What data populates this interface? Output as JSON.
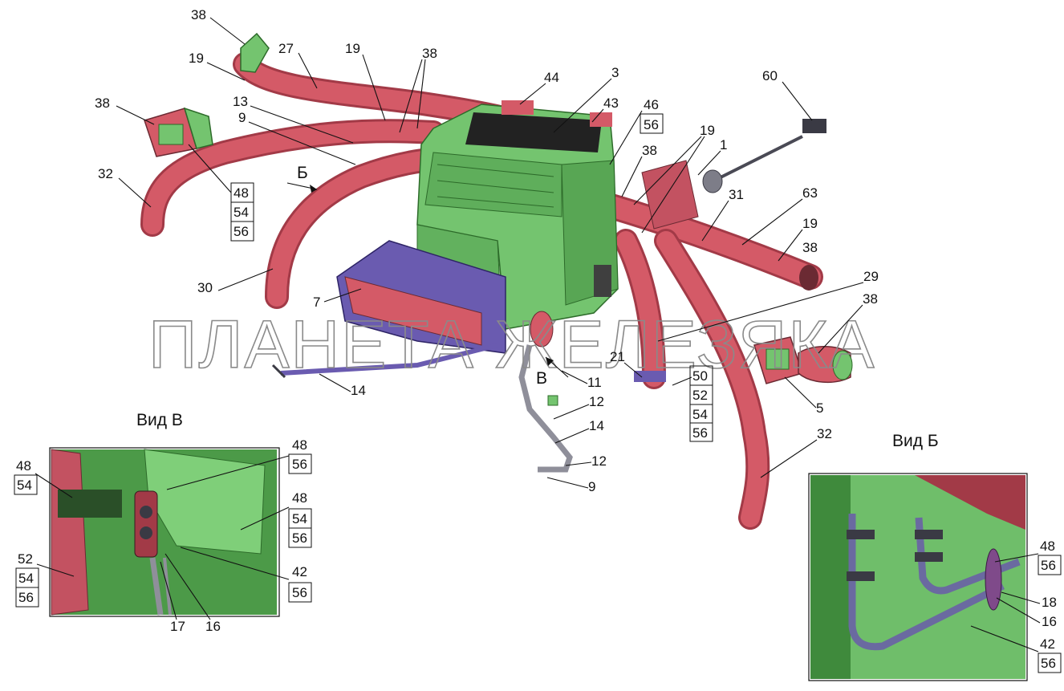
{
  "watermark": "ПЛАНЕТА ЖЕЛЕЗЯКА",
  "views": {
    "view_v_title": "Вид В",
    "view_b_title": "Вид Б"
  },
  "view_arrows": {
    "arrow_b": "Б",
    "arrow_v": "В"
  },
  "callouts": [
    {
      "id": "c38a",
      "text": "38"
    },
    {
      "id": "c27",
      "text": "27"
    },
    {
      "id": "c19a",
      "text": "19"
    },
    {
      "id": "c19b",
      "text": "19"
    },
    {
      "id": "c38b",
      "text": "38"
    },
    {
      "id": "c44",
      "text": "44"
    },
    {
      "id": "c3",
      "text": "3"
    },
    {
      "id": "c43",
      "text": "43"
    },
    {
      "id": "c46",
      "text": "46"
    },
    {
      "id": "c56a",
      "text": "56"
    },
    {
      "id": "c60",
      "text": "60"
    },
    {
      "id": "c38c",
      "text": "38"
    },
    {
      "id": "c13",
      "text": "13"
    },
    {
      "id": "c9a",
      "text": "9"
    },
    {
      "id": "c19c",
      "text": "19"
    },
    {
      "id": "c1",
      "text": "1"
    },
    {
      "id": "c38d",
      "text": "38"
    },
    {
      "id": "c32a",
      "text": "32"
    },
    {
      "id": "c31",
      "text": "31"
    },
    {
      "id": "c63",
      "text": "63"
    },
    {
      "id": "c19d",
      "text": "19"
    },
    {
      "id": "c38e",
      "text": "38"
    },
    {
      "id": "c30",
      "text": "30"
    },
    {
      "id": "c29",
      "text": "29"
    },
    {
      "id": "c7",
      "text": "7"
    },
    {
      "id": "c38f",
      "text": "38"
    },
    {
      "id": "c21",
      "text": "21"
    },
    {
      "id": "c50",
      "text": "50"
    },
    {
      "id": "c11",
      "text": "11"
    },
    {
      "id": "c5",
      "text": "5"
    },
    {
      "id": "c14a",
      "text": "14"
    },
    {
      "id": "c12a",
      "text": "12"
    },
    {
      "id": "c14b",
      "text": "14"
    },
    {
      "id": "c32b",
      "text": "32"
    },
    {
      "id": "c12b",
      "text": "12"
    },
    {
      "id": "c9b",
      "text": "9"
    },
    {
      "id": "v48a",
      "text": "48"
    },
    {
      "id": "v54a",
      "text": "54"
    },
    {
      "id": "v48b",
      "text": "48"
    },
    {
      "id": "v56b",
      "text": "56"
    },
    {
      "id": "v48c",
      "text": "48"
    },
    {
      "id": "v54c",
      "text": "54"
    },
    {
      "id": "v56c",
      "text": "56"
    },
    {
      "id": "v52",
      "text": "52"
    },
    {
      "id": "v54d",
      "text": "54"
    },
    {
      "id": "v56d",
      "text": "56"
    },
    {
      "id": "v42",
      "text": "42"
    },
    {
      "id": "v56e",
      "text": "56"
    },
    {
      "id": "v17",
      "text": "17"
    },
    {
      "id": "v16",
      "text": "16"
    },
    {
      "id": "b48",
      "text": "48"
    },
    {
      "id": "b56a",
      "text": "56"
    },
    {
      "id": "b18",
      "text": "18"
    },
    {
      "id": "b16",
      "text": "16"
    },
    {
      "id": "b42",
      "text": "42"
    },
    {
      "id": "b56b",
      "text": "56"
    }
  ],
  "stacks": [
    {
      "id": "s1",
      "items": [
        "48",
        "54",
        "56"
      ]
    },
    {
      "id": "s2",
      "items": [
        "50",
        "52",
        "54",
        "56"
      ]
    }
  ],
  "colors": {
    "body_green": "#74c46f",
    "dark_green": "#3f8a3c",
    "hose_red": "#d45a67",
    "hose_dark": "#a23a47",
    "tray_purple": "#6a5bb0",
    "pipe_gray": "#8f8f9a",
    "black_top": "#222222"
  }
}
